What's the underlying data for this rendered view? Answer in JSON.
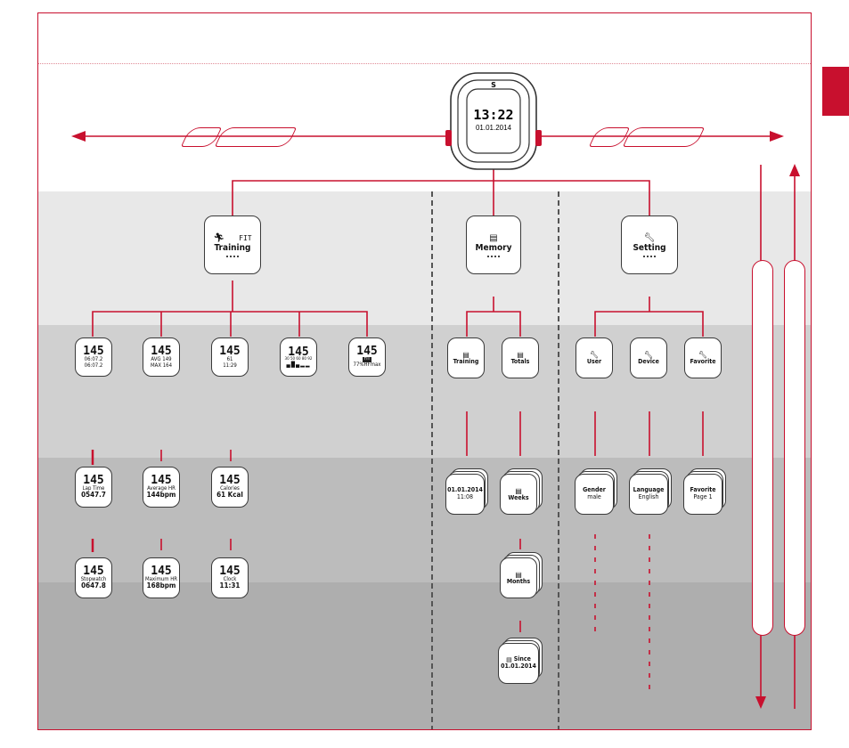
{
  "colors": {
    "accent": "#c8102e",
    "band1": "#e8e8e8",
    "band2": "#d0d0d0",
    "band3": "#bcbcbc",
    "band4": "#aeaeae",
    "divider": "#555555"
  },
  "hero": {
    "time": "13:22",
    "date": "01.01.2014"
  },
  "menus": {
    "training": {
      "label": "Training",
      "badge": "FIT",
      "icon": "runner-icon"
    },
    "memory": {
      "label": "Memory",
      "icon": "document-icon"
    },
    "setting": {
      "label": "Setting",
      "icon": "wrench-icon"
    }
  },
  "training_screens": [
    {
      "top": "145",
      "l1": "06:07.2",
      "l2": "06:07.2",
      "corner": "1"
    },
    {
      "top": "145",
      "l1": "AVG 149",
      "l2": "MAX 164",
      "corner": "1"
    },
    {
      "top": "145",
      "l1": "61",
      "l2": "11:29",
      "corner": "2"
    },
    {
      "top": "145",
      "l1": "30 50 60 80 92",
      "l2": "",
      "corner": "1"
    },
    {
      "top": "145",
      "l1": "FIT",
      "l2": "77%HFmax",
      "corner": "1"
    }
  ],
  "training_detail_row1": [
    {
      "top": "145",
      "label": "Lap Time",
      "value": "0547.7",
      "corner": "1"
    },
    {
      "top": "145",
      "label": "Average HR",
      "value": "144bpm",
      "corner": "2"
    },
    {
      "top": "145",
      "label": "Calories",
      "value": "61 Kcal",
      "corner": "2"
    }
  ],
  "training_detail_row2": [
    {
      "top": "145",
      "label": "Stopwatch",
      "value": "0647.8",
      "corner": "2"
    },
    {
      "top": "145",
      "label": "Maximum HR",
      "value": "168bpm",
      "corner": "2"
    },
    {
      "top": "145",
      "label": "Clock",
      "value": "11:31",
      "corner": "2"
    }
  ],
  "memory_items": [
    {
      "label": "Training"
    },
    {
      "label": "Totals"
    }
  ],
  "memory_details": {
    "training_entry": {
      "line1": "01.01.2014",
      "line2": "11:08"
    },
    "weeks": "Weeks",
    "months": "Months",
    "since": {
      "line1": "Since",
      "line2": "01.01.2014"
    }
  },
  "setting_items": [
    {
      "label": "User"
    },
    {
      "label": "Device"
    },
    {
      "label": "Favorite"
    }
  ],
  "setting_details": [
    {
      "line1": "Gender",
      "line2": "male"
    },
    {
      "line1": "Language",
      "line2": "English"
    },
    {
      "line1": "Favorite",
      "line2": "Page 1"
    }
  ]
}
